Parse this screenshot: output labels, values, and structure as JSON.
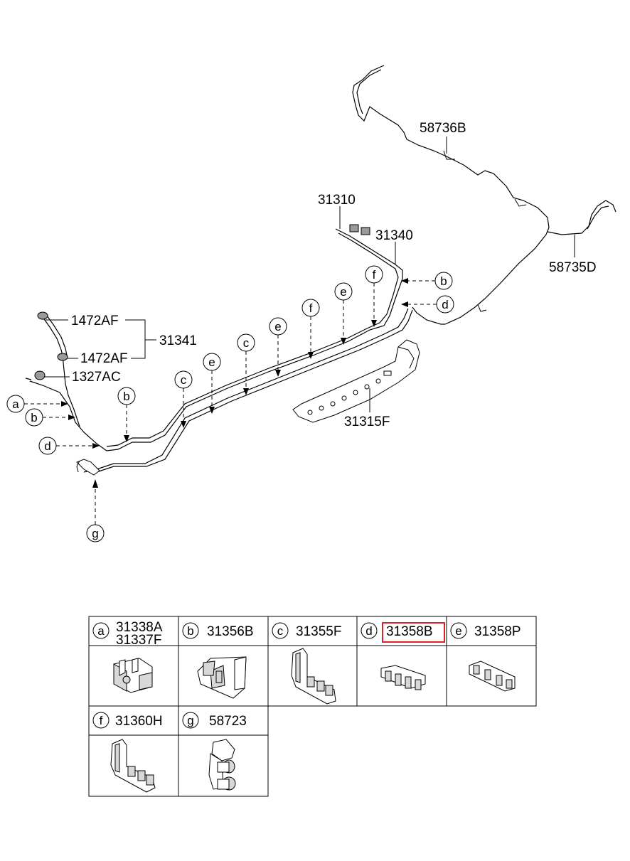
{
  "callouts": {
    "p58736B": "58736B",
    "p58735D": "58735D",
    "p31310": "31310",
    "p31340": "31340",
    "p31341": "31341",
    "p1472AF_top": "1472AF",
    "p1472AF_bottom": "1472AF",
    "p1327AC": "1327AC",
    "p31315F": "31315F"
  },
  "circle_labels": {
    "a": "a",
    "b": "b",
    "c": "c",
    "d": "d",
    "e": "e",
    "f": "f",
    "g": "g"
  },
  "legend": {
    "cells": [
      {
        "letter": "a",
        "parts": [
          "31338A",
          "31337F"
        ]
      },
      {
        "letter": "b",
        "parts": [
          "31356B"
        ]
      },
      {
        "letter": "c",
        "parts": [
          "31355F"
        ]
      },
      {
        "letter": "d",
        "parts": [
          "31358B"
        ],
        "highlighted": true
      },
      {
        "letter": "e",
        "parts": [
          "31358P"
        ]
      },
      {
        "letter": "f",
        "parts": [
          "31360H"
        ]
      },
      {
        "letter": "g",
        "parts": [
          "58723"
        ]
      }
    ],
    "highlight_color": "#e0202a"
  }
}
